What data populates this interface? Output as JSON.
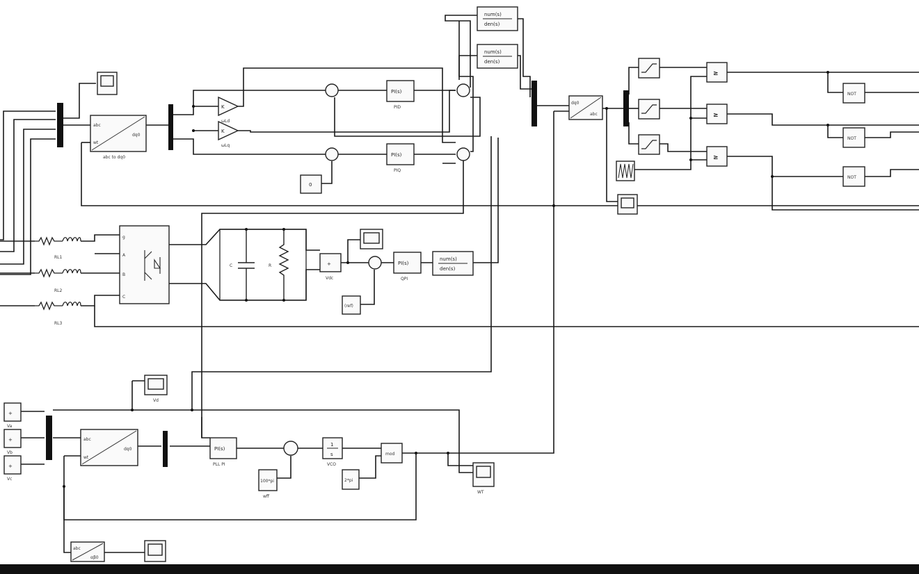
{
  "blocks": {
    "abc_dq_transform_top": {
      "label": "abc to dq0",
      "in1": "abc",
      "in2": "wt",
      "out": "dq0"
    },
    "abc_dq_transform_pll": {
      "label": "",
      "in1": "abc",
      "in2": "wt",
      "out": "dq0"
    },
    "abc_ab_transform": {
      "in": "abc",
      "out": "αβ0"
    },
    "gain_wld": {
      "symbol": "K",
      "label": "ωLd"
    },
    "gain_wlq": {
      "symbol": "K",
      "label": "ωLq"
    },
    "pid_d": {
      "text": "PI(s)",
      "label": "PID"
    },
    "pid_q": {
      "text": "PI(s)",
      "label": "PIQ"
    },
    "pid_v": {
      "text": "PI(s)",
      "label": "QPI"
    },
    "pid_pll": {
      "text": "PI(s)",
      "label": "PLL PI"
    },
    "tf1": {
      "num": "num(s)",
      "den": "den(s)"
    },
    "tf2": {
      "num": "num(s)",
      "den": "den(s)"
    },
    "tf3": {
      "num": "num(s)",
      "den": "den(s)"
    },
    "const_zero": {
      "value": "0"
    },
    "const_vref": {
      "value": "(ref)"
    },
    "const_wff": {
      "value": "100*pi",
      "label": "wff"
    },
    "const_2pi": {
      "value": "2*pi"
    },
    "integrator": {
      "num": "1",
      "den": "s",
      "label": "VCO"
    },
    "mod_block": {
      "text": "mod"
    },
    "dq_ab_block": {
      "in": "dq0",
      "out": "abc"
    },
    "cmp1": {
      "symbol": "≥"
    },
    "cmp2": {
      "symbol": "≥"
    },
    "cmp3": {
      "symbol": "≥"
    },
    "not1": {
      "text": "NOT"
    },
    "not2": {
      "text": "NOT"
    },
    "not3": {
      "text": "NOT"
    },
    "res_l1": {
      "label": "RL1"
    },
    "res_l2": {
      "label": "RL2"
    },
    "res_l3": {
      "label": "RL3"
    },
    "bridge_ports": {
      "a": "A",
      "b": "B",
      "c": "C",
      "g": "g"
    },
    "capacitor": {
      "label": "C"
    },
    "resistor": {
      "label": "R"
    },
    "vdc": {
      "label": "Vdc"
    },
    "scope_vd": {
      "label": "Vd"
    },
    "scope_wt": {
      "label": "WT"
    },
    "sources": {
      "a": "Va",
      "b": "Vb",
      "c": "Vc"
    }
  }
}
